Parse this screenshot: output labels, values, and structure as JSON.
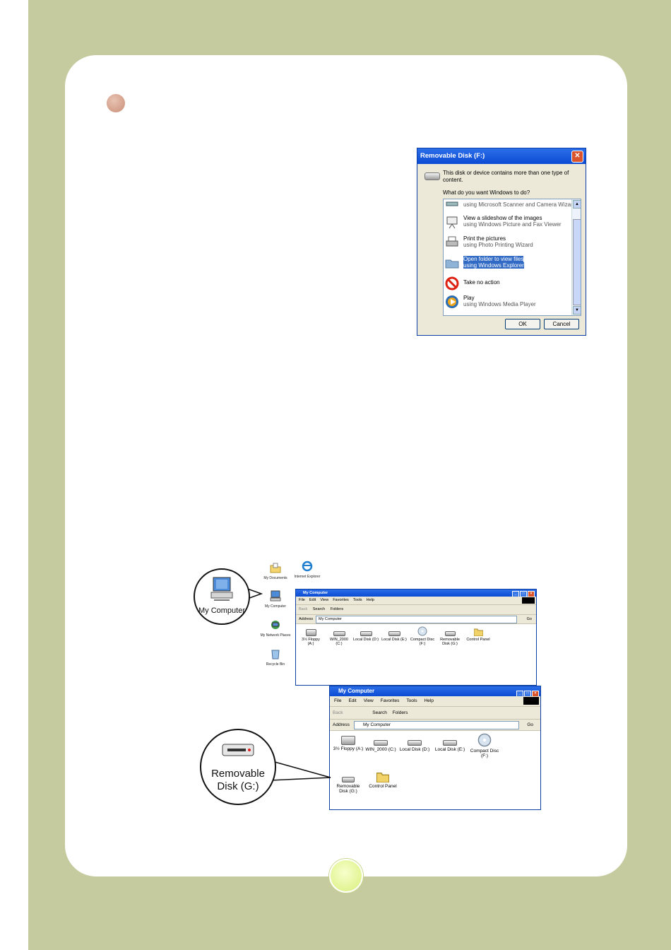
{
  "dialog": {
    "title": "Removable Disk (F:)",
    "close_glyph": "✕",
    "message": "This disk or device contains more than one type of content.",
    "question": "What do you want Windows to do?",
    "options": [
      {
        "title": "",
        "subtitle": "using Microsoft Scanner and Camera Wizard",
        "icon": "scanner-icon"
      },
      {
        "title": "View a slideshow of the images",
        "subtitle": "using Windows Picture and Fax Viewer",
        "icon": "slideshow-icon"
      },
      {
        "title": "Print the pictures",
        "subtitle": "using Photo Printing Wizard",
        "icon": "printer-icon"
      },
      {
        "title": "Open folder to view files",
        "subtitle": "using Windows Explorer",
        "icon": "folder-icon"
      },
      {
        "title": "Take no action",
        "subtitle": "",
        "icon": "no-action-icon"
      },
      {
        "title": "Play",
        "subtitle": "using Windows Media Player",
        "icon": "media-player-icon"
      }
    ],
    "selected_index": 3,
    "ok_label": "OK",
    "cancel_label": "Cancel"
  },
  "desktop": {
    "icons": [
      {
        "label": "My Documents",
        "icon": "my-documents-icon"
      },
      {
        "label": "Internet Explorer",
        "icon": "internet-explorer-icon"
      },
      {
        "label": "My Computer",
        "icon": "my-computer-icon"
      },
      {
        "label": "My Network Places",
        "icon": "network-places-icon"
      },
      {
        "label": "Recycle Bin",
        "icon": "recycle-bin-icon"
      }
    ]
  },
  "callouts": {
    "my_computer": "My Computer",
    "removable_line1": "Removable",
    "removable_line2": "Disk (G:)"
  },
  "explorer1": {
    "title": "My Computer",
    "menu": [
      "File",
      "Edit",
      "View",
      "Favorites",
      "Tools",
      "Help"
    ],
    "toolbar": {
      "back": "Back",
      "search": "Search",
      "folders": "Folders"
    },
    "address_label": "Address",
    "address_value": "My Computer",
    "go": "Go",
    "drives": [
      {
        "label": "3½ Floppy (A:)",
        "icon": "floppy-icon"
      },
      {
        "label": "WIN_2000 (C:)",
        "icon": "hard-disk-icon"
      },
      {
        "label": "Local Disk (D:)",
        "icon": "hard-disk-icon"
      },
      {
        "label": "Local Disk (E:)",
        "icon": "hard-disk-icon"
      },
      {
        "label": "Compact Disc (F:)",
        "icon": "cd-icon"
      },
      {
        "label": "Removable Disk (G:)",
        "icon": "removable-disk-icon"
      },
      {
        "label": "Control Panel",
        "icon": "control-panel-icon"
      }
    ]
  },
  "explorer2": {
    "title": "My Computer",
    "menu": [
      "File",
      "Edit",
      "View",
      "Favorites",
      "Tools",
      "Help"
    ],
    "toolbar": {
      "back": "Back",
      "search": "Search",
      "folders": "Folders"
    },
    "address_label": "Address",
    "address_value": "My Computer",
    "go": "Go",
    "drives": [
      {
        "label": "3½ Floppy (A:)",
        "icon": "floppy-icon"
      },
      {
        "label": "WIN_2000 (C:)",
        "icon": "hard-disk-icon"
      },
      {
        "label": "Local Disk (D:)",
        "icon": "hard-disk-icon"
      },
      {
        "label": "Local Disk (E:)",
        "icon": "hard-disk-icon"
      },
      {
        "label": "Compact Disc (F:)",
        "icon": "cd-icon"
      },
      {
        "label": "Removable Disk (G:)",
        "icon": "removable-disk-icon"
      },
      {
        "label": "Control Panel",
        "icon": "control-panel-icon"
      }
    ]
  }
}
